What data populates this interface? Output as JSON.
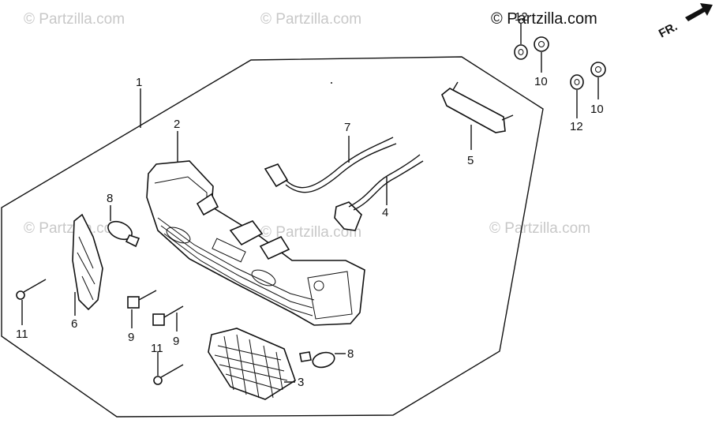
{
  "watermark": "© Partzilla.com",
  "copyright_header": "© Partzilla.com",
  "orientation_label": "FR.",
  "callouts": {
    "c1": "1",
    "c2": "2",
    "c3": "3",
    "c4": "4",
    "c5": "5",
    "c6": "6",
    "c7": "7",
    "c8a": "8",
    "c8b": "8",
    "c9a": "9",
    "c9b": "9",
    "c10a": "10",
    "c10b": "10",
    "c11a": "11",
    "c11b": "11",
    "c12a": "12",
    "c12b": "12"
  },
  "colors": {
    "line": "#111111",
    "watermark": "#c8c8c8",
    "background": "#ffffff"
  }
}
